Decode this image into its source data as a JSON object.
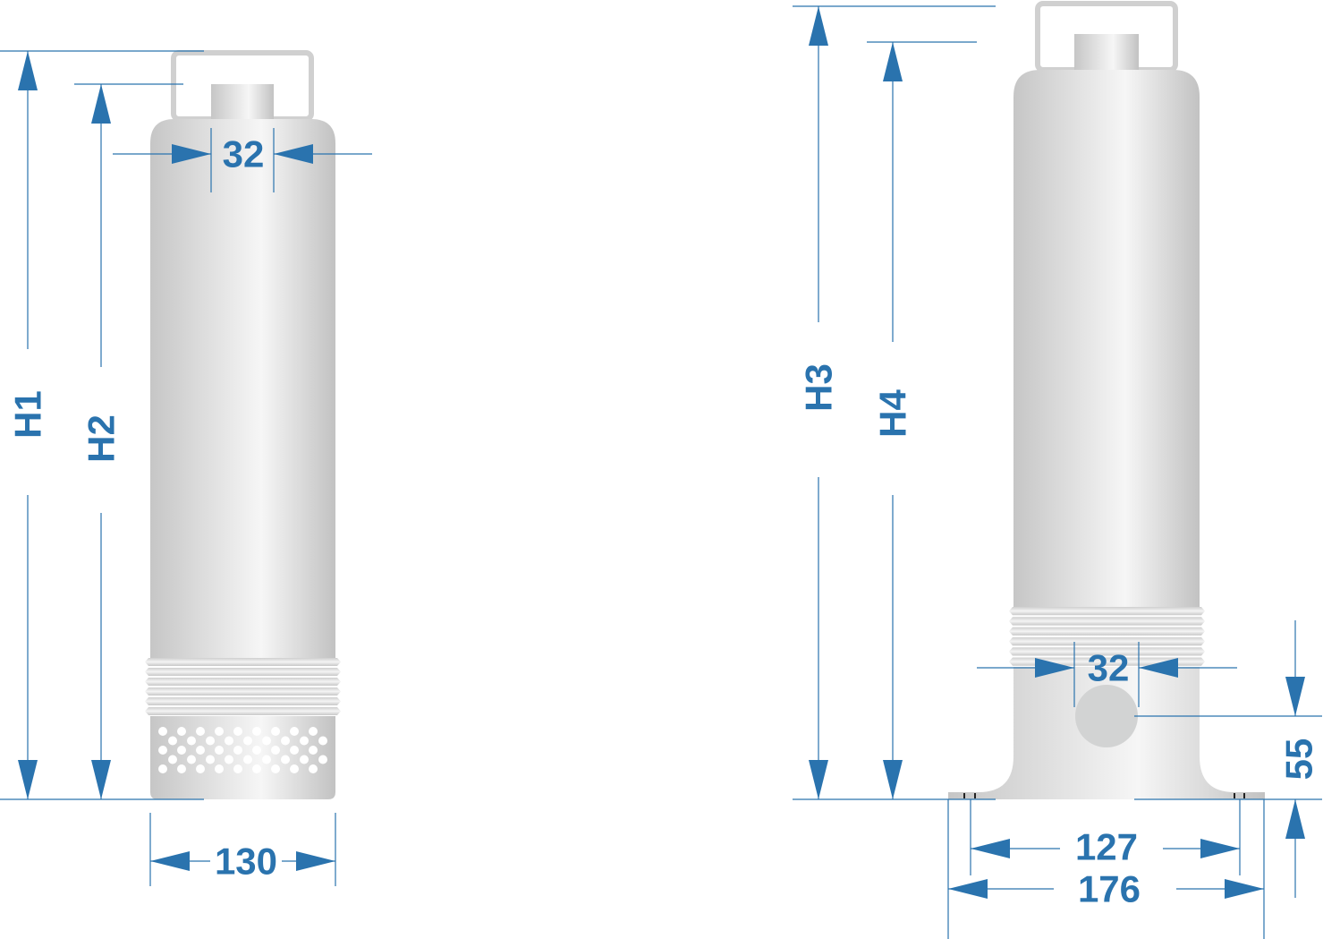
{
  "colors": {
    "dimension": "#2a73ae",
    "body_light": "#f5f5f5",
    "body_dark": "#c4c4c4"
  },
  "left_pump": {
    "height_labels": [
      "H1",
      "H2"
    ],
    "outlet_diameter": "32",
    "body_diameter": "130"
  },
  "right_pump": {
    "height_labels": [
      "H3",
      "H4"
    ],
    "outlet_diameter": "32",
    "outlet_height": "55",
    "foot_hole_spacing": "127",
    "base_width": "176"
  }
}
